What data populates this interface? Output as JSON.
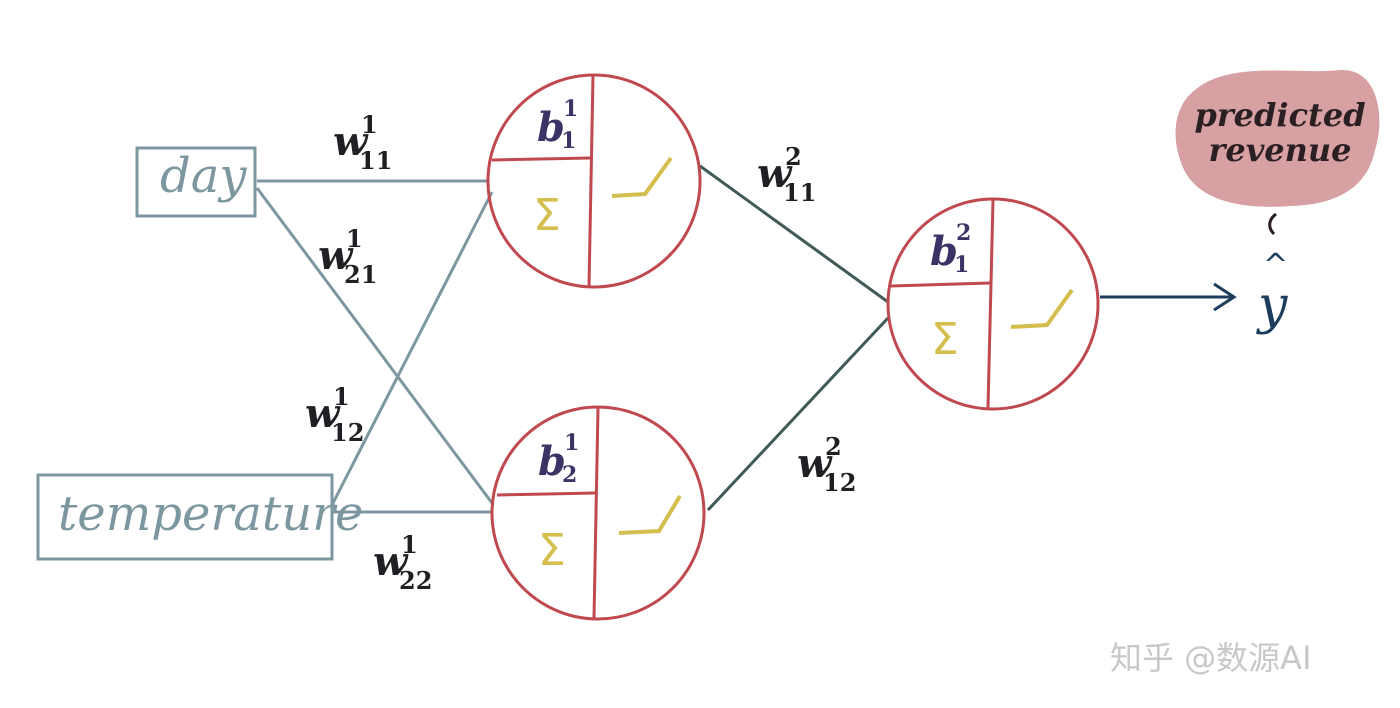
{
  "inputs": [
    {
      "id": "day",
      "label": "day"
    },
    {
      "id": "temperature",
      "label": "temperature"
    }
  ],
  "weights_layer1": [
    {
      "sym": "w",
      "sup": "1",
      "sub": "11"
    },
    {
      "sym": "w",
      "sup": "1",
      "sub": "21"
    },
    {
      "sym": "w",
      "sup": "1",
      "sub": "12"
    },
    {
      "sym": "w",
      "sup": "1",
      "sub": "22"
    }
  ],
  "weights_layer2": [
    {
      "sym": "w",
      "sup": "2",
      "sub": "11"
    },
    {
      "sym": "w",
      "sup": "2",
      "sub": "12"
    }
  ],
  "neurons": [
    {
      "bias": {
        "sym": "b",
        "sup": "1",
        "sub": "1"
      },
      "sum": "Σ"
    },
    {
      "bias": {
        "sym": "b",
        "sup": "1",
        "sub": "2"
      },
      "sum": "Σ"
    },
    {
      "bias": {
        "sym": "b",
        "sup": "2",
        "sub": "1"
      },
      "sum": "Σ"
    }
  ],
  "output": {
    "symbol": "y",
    "hat": "^",
    "annotation": "predicted\nrevenue"
  },
  "watermark": "知乎 @数源AI",
  "colors": {
    "input_stroke": "#7d97a1",
    "layer2_edge": "#3f5a57",
    "neuron_stroke": "#c0494f",
    "sigma": "#d4be4e",
    "relu": "#d4be4e",
    "bias_text": "#3d3266",
    "output_arrow": "#1c3d5c",
    "bubble_fill": "#d7a0a3"
  }
}
